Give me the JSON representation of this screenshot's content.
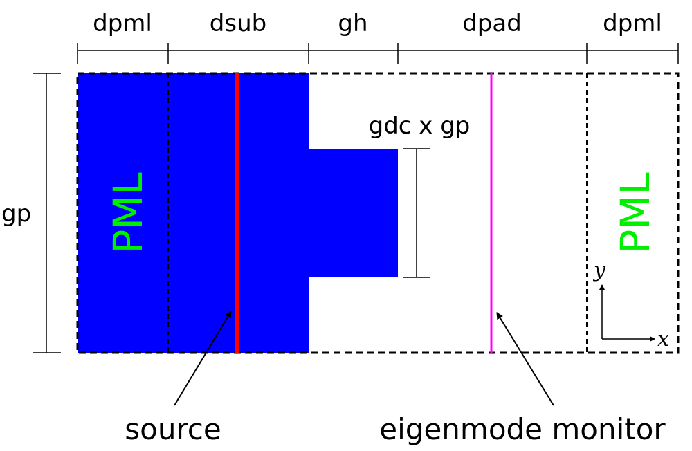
{
  "dimensions": {
    "top_labels": [
      "dpml",
      "dsub",
      "gh",
      "dpad",
      "dpml"
    ],
    "height_label": "gp",
    "grating_label": "gdc x gp"
  },
  "regions": {
    "pml_label_left": "PML",
    "pml_label_right": "PML"
  },
  "axes": {
    "x": "x",
    "y": "y"
  },
  "annotations": {
    "source": "source",
    "monitor": "eigenmode monitor"
  },
  "colors": {
    "substrate": "#0000ff",
    "pml_text": "#00ee00",
    "source_line": "#ff0000",
    "monitor_line": "#ff00ff",
    "outline": "#000000"
  }
}
